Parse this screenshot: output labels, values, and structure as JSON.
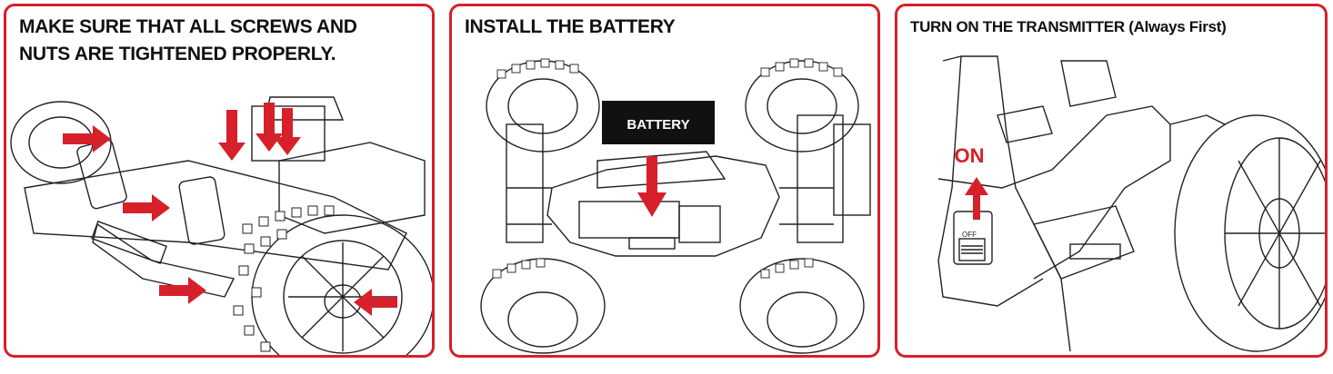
{
  "panels": [
    {
      "title": "MAKE SURE THAT ALL SCREWS AND NUTS ARE TIGHTENED PROPERLY."
    },
    {
      "title": "INSTALL THE BATTERY",
      "battery_label": "BATTERY"
    },
    {
      "title": "TURN ON THE TRANSMITTER (Always First)",
      "on_label": "ON",
      "off_label": "OFF"
    }
  ],
  "colors": {
    "accent": "#d6202a",
    "line": "#222222",
    "label_bg": "#111111"
  },
  "icons": [
    "red-arrow-icon",
    "buggy-chassis-illustration",
    "transmitter-illustration"
  ]
}
